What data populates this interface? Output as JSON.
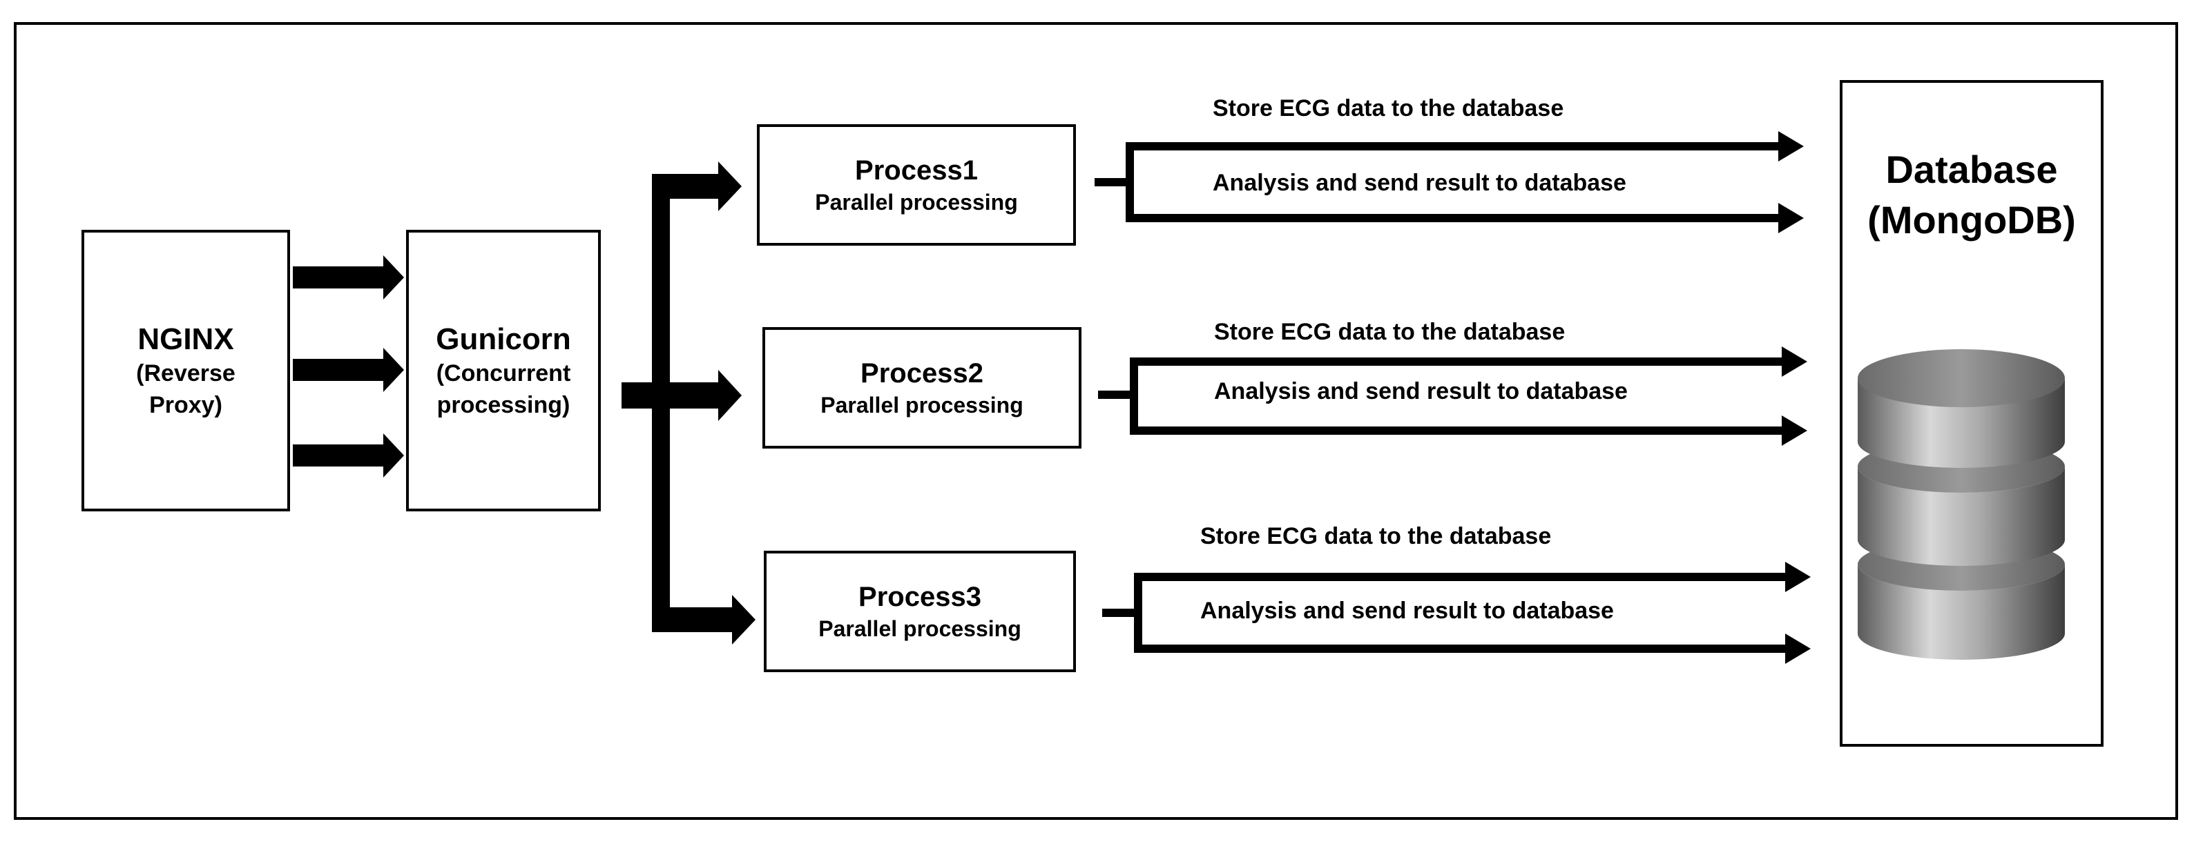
{
  "nodes": {
    "nginx": {
      "title": "NGINX",
      "subtitle": "(Reverse Proxy)"
    },
    "gunicorn": {
      "title": "Gunicorn",
      "subtitle": "(Concurrent processing)"
    },
    "processes": [
      {
        "title": "Process1",
        "subtitle": "Parallel processing"
      },
      {
        "title": "Process2",
        "subtitle": "Parallel processing"
      },
      {
        "title": "Process3",
        "subtitle": "Parallel processing"
      }
    ],
    "database": {
      "title": "Database",
      "subtitle": "(MongoDB)"
    }
  },
  "edges": [
    {
      "store_label": "Store ECG data to the database",
      "analysis_label": "Analysis and send result to database"
    },
    {
      "store_label": "Store ECG data to the database",
      "analysis_label": "Analysis and send result to database"
    },
    {
      "store_label": "Store ECG data to the database",
      "analysis_label": "Analysis and send result to database"
    }
  ],
  "colors": {
    "stroke": "#000000",
    "cylinder_light": "#d9d9d9",
    "cylinder_dark": "#4a4a4a"
  },
  "icons": {
    "database": "cylinder-database-icon",
    "arrows": "block-arrow"
  }
}
